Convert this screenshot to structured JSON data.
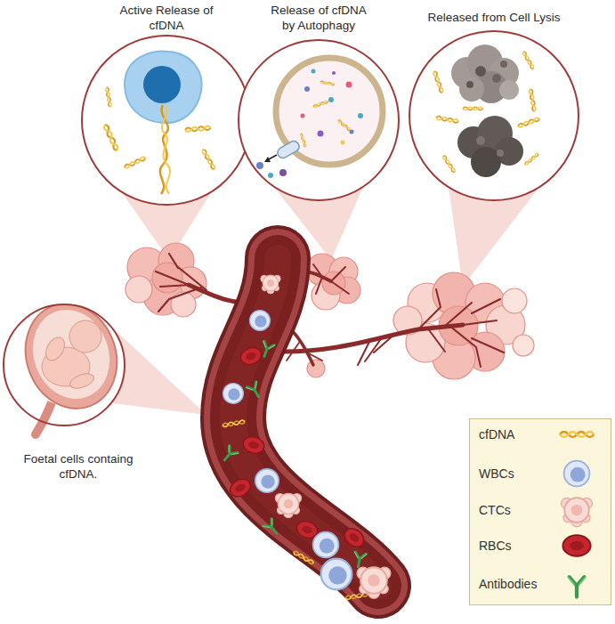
{
  "diagram": {
    "nodes": [
      {
        "text": [
          "Active Release of cfDNA"
        ]
      },
      {
        "text": [
          "Release of cfDNA by Autophagy"
        ]
      },
      {
        "text": [
          "Released from Cell Lysis"
        ]
      },
      {
        "text": [
          "Foetal cells containg cfDNA."
        ]
      }
    ],
    "legend": [
      {
        "text": "cfDNA"
      },
      {
        "text": "WBCs"
      },
      {
        "text": "CTCs"
      },
      {
        "text": "RBCs"
      },
      {
        "text": "Antibodies"
      }
    ]
  }
}
